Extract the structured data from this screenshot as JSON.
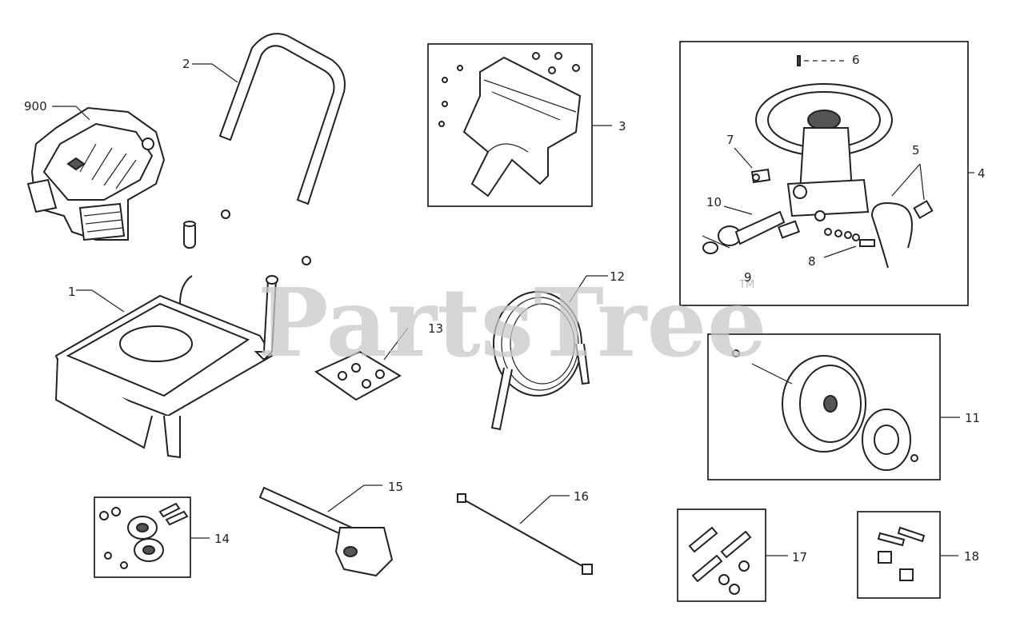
{
  "watermark": "PartsTree",
  "trademark": "TM",
  "callouts": {
    "c900": "900",
    "c1": "1",
    "c2": "2",
    "c3": "3",
    "c4": "4",
    "c5": "5",
    "c6": "6",
    "c7": "7",
    "c8": "8",
    "c9": "9",
    "c10": "10",
    "c11": "11",
    "c12": "12",
    "c13": "13",
    "c14": "14",
    "c15": "15",
    "c16": "16",
    "c17": "17",
    "c18": "18"
  }
}
